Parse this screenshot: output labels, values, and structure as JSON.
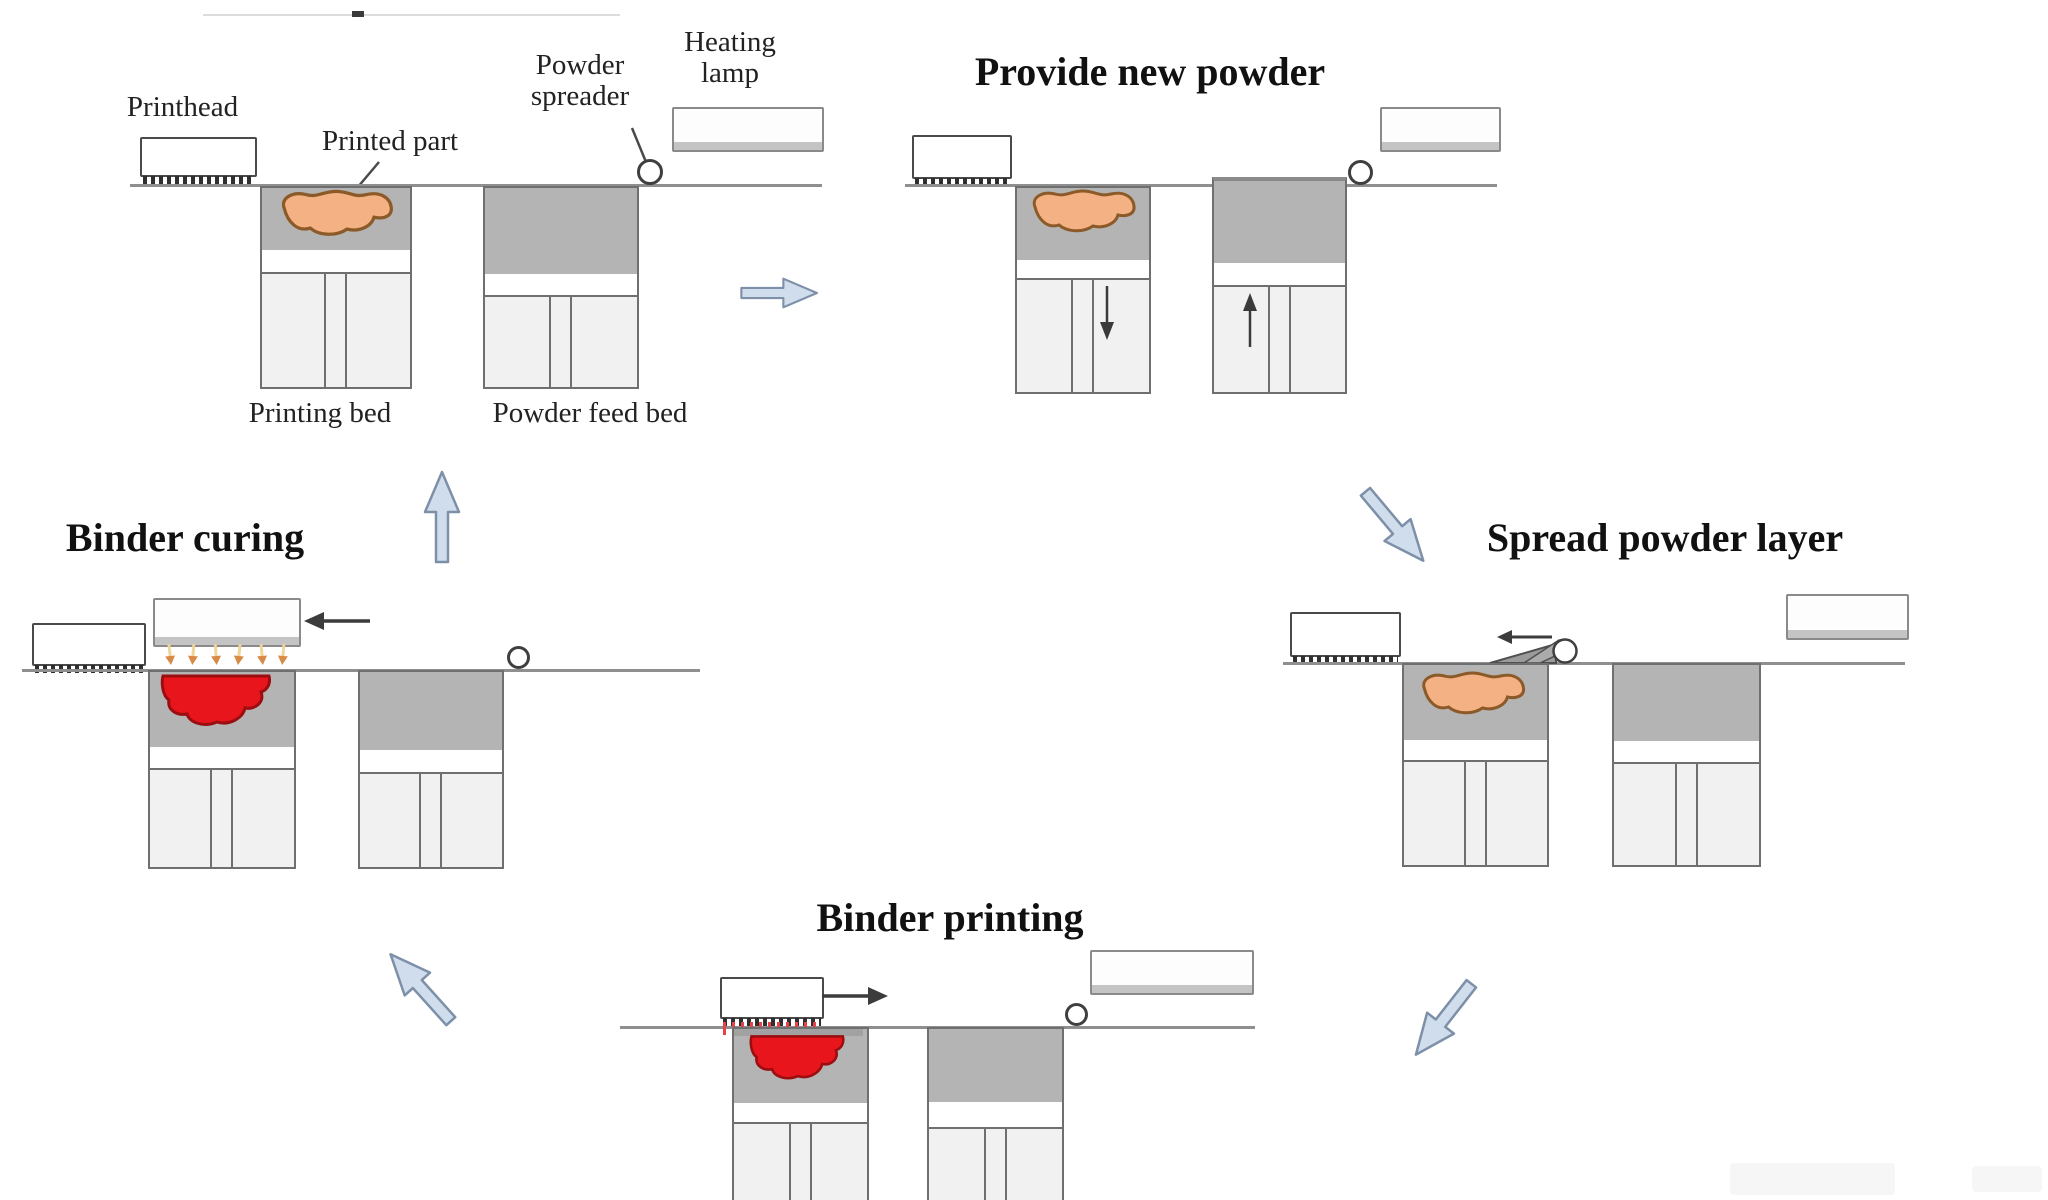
{
  "colors": {
    "powder": "#b4b4b4",
    "powder_border": "#6f6f6f",
    "piston_fill": "#f1f1f1",
    "part_orange": "#f4b183",
    "part_orange_border": "#8c5a28",
    "part_red": "#e8151d",
    "part_red_border": "#9c0d10",
    "arrow_fill": "#cfdded",
    "arrow_stroke": "#7e90a8",
    "line": "#8f8f8f",
    "lamp_shade": "#c4c4c4",
    "spray_red": "#e5424a",
    "ray_stem": "#f0d49a",
    "ray_head": "#d98a45"
  },
  "stages": [
    {
      "id": "overview",
      "labels": {
        "printhead": "Printhead",
        "printed_part": "Printed part",
        "powder_spreader": "Powder spreader",
        "heating_lamp": "Heating lamp",
        "printing_bed": "Printing bed",
        "powder_feed_bed": "Powder feed bed"
      }
    },
    {
      "id": "provide-new-powder",
      "title": "Provide new powder"
    },
    {
      "id": "spread-powder-layer",
      "title": "Spread powder layer"
    },
    {
      "id": "binder-printing",
      "title": "Binder printing"
    },
    {
      "id": "binder-curing",
      "title": "Binder curing"
    }
  ]
}
